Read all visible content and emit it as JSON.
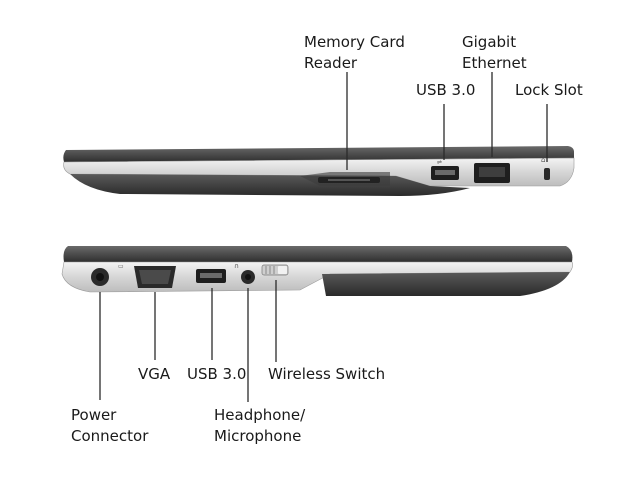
{
  "colors": {
    "leader": "#2b2b2b",
    "text": "#1a1a1a",
    "chassis_dark": "#3a3a3a",
    "chassis_light": "#d9d9d9",
    "silver": "#e6e6e6"
  },
  "labels": {
    "memory_card_reader": [
      "Memory Card",
      "Reader"
    ],
    "gigabit_ethernet": [
      "Gigabit",
      "Ethernet"
    ],
    "usb_right": [
      "USB 3.0"
    ],
    "lock_slot": [
      "Lock Slot"
    ],
    "vga": [
      "VGA"
    ],
    "usb_left": [
      "USB 3.0"
    ],
    "wireless_switch": [
      "Wireless Switch"
    ],
    "power_connector": [
      "Power",
      "Connector"
    ],
    "headphone_microphone": [
      "Headphone/",
      "Microphone"
    ]
  }
}
